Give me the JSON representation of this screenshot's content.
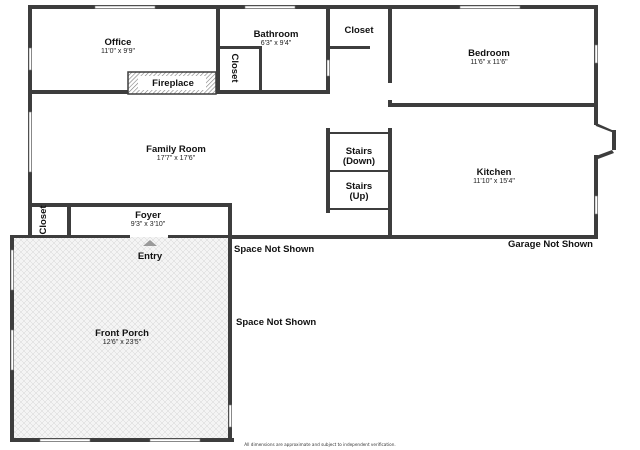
{
  "rooms": {
    "office": {
      "name": "Office",
      "dims": "11'0\" x 9'9\""
    },
    "bathroom": {
      "name": "Bathroom",
      "dims": "6'3\" x 9'4\""
    },
    "closet_top": {
      "name": "Closet"
    },
    "bedroom": {
      "name": "Bedroom",
      "dims": "11'6\" x 11'6\""
    },
    "fireplace": {
      "name": "Fireplace"
    },
    "closet_bath": {
      "name": "Closet"
    },
    "family_room": {
      "name": "Family Room",
      "dims": "17'7\" x 17'6\""
    },
    "stairs_down": {
      "line1": "Stairs",
      "line2": "(Down)"
    },
    "stairs_up": {
      "line1": "Stairs",
      "line2": "(Up)"
    },
    "kitchen": {
      "name": "Kitchen",
      "dims": "11'10\" x 15'4\""
    },
    "closet_foyer": {
      "name": "Closet"
    },
    "foyer": {
      "name": "Foyer",
      "dims": "9'3\" x 3'10\""
    },
    "front_porch": {
      "name": "Front Porch",
      "dims": "12'6\" x 23'5\""
    }
  },
  "labels": {
    "entry": "Entry",
    "space_not_shown_1": "Space Not Shown",
    "space_not_shown_2": "Space Not Shown",
    "garage_not_shown": "Garage Not Shown"
  },
  "footer": "All dimensions are approximate and subject to independent verification.",
  "colors": {
    "wall": "#3d3d3d",
    "porch_fill": "#f3f3f3",
    "porch_grid": "#d5d5d5",
    "fireplace_hatch": "#8a8a8a"
  }
}
